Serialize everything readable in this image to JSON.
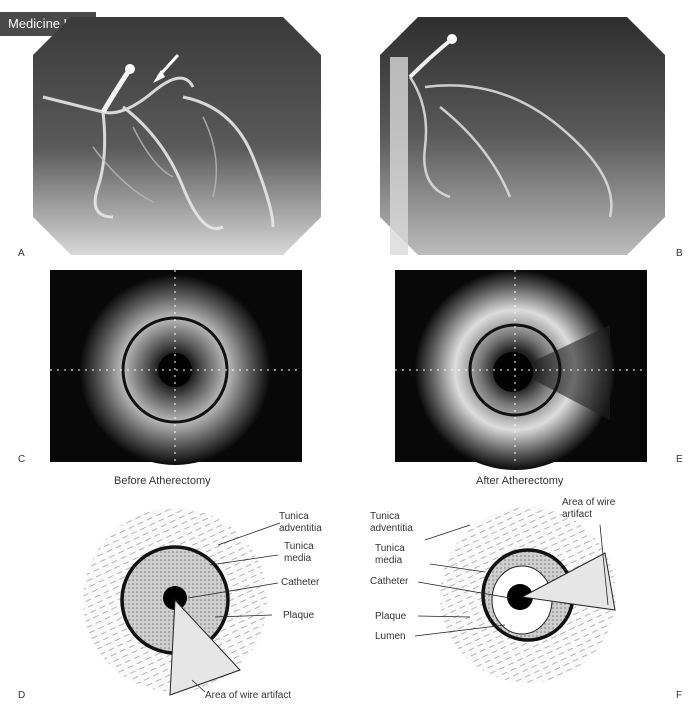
{
  "watermark": {
    "text": "Medicine Live"
  },
  "panels": {
    "a": "A",
    "b": "B",
    "c": "C",
    "d": "D",
    "e": "E",
    "f": "F"
  },
  "captions": {
    "before": "Before Atherectomy",
    "after": "After Atherectomy"
  },
  "diagram_d": {
    "tunica_adventitia": "Tunica adventitia",
    "tunica_media": "Tunica media",
    "catheter": "Catheter",
    "plaque": "Plaque",
    "wire_artifact": "Area of wire artifact"
  },
  "diagram_f": {
    "tunica_adventitia": "Tunica adventitia",
    "tunica_media": "Tunica media",
    "catheter": "Catheter",
    "plaque": "Plaque",
    "lumen": "Lumen",
    "wire_artifact": "Area of wire artifact"
  }
}
